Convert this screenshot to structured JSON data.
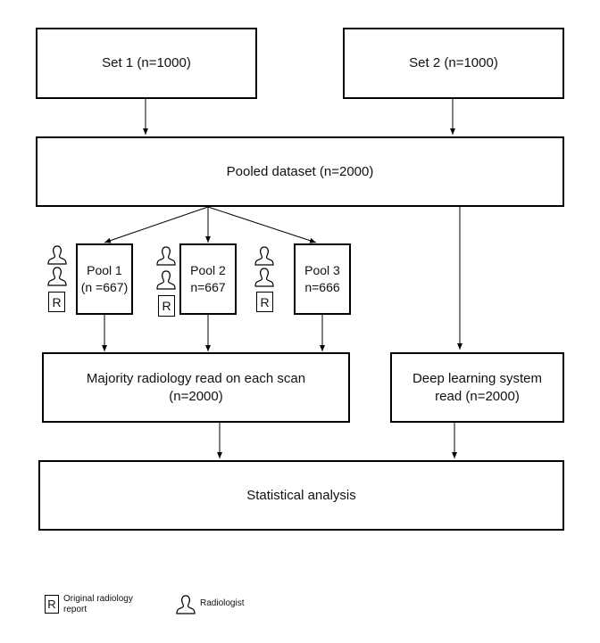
{
  "boxes": {
    "set1": "Set 1 (n=1000)",
    "set2": "Set 2 (n=1000)",
    "pooled": "Pooled dataset (n=2000)",
    "pool1_line1": "Pool 1",
    "pool1_line2": "(n =667)",
    "pool2_line1": "Pool 2",
    "pool2_line2": "n=667",
    "pool3_line1": "Pool 3",
    "pool3_line2": "n=666",
    "majority_line1": "Majority radiology read on each scan",
    "majority_line2": "(n=2000)",
    "deep_line1": "Deep learning system",
    "deep_line2": "read (n=2000)",
    "stats": "Statistical analysis"
  },
  "report_glyph": "R",
  "legend": {
    "report_glyph": "R",
    "report_line1": "Original radiology",
    "report_line2": "report",
    "radiologist": "Radiologist"
  }
}
